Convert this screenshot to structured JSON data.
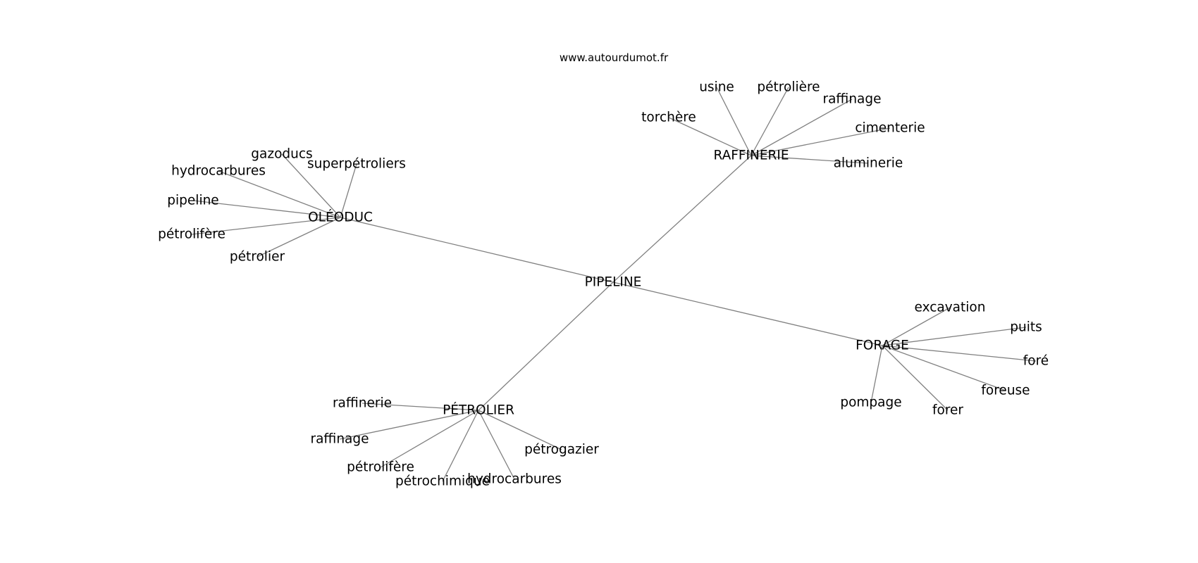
{
  "watermark": "www.autourdumot.fr",
  "colors": {
    "edge": "#808080",
    "text": "#000000",
    "background": "#ffffff"
  },
  "graph": {
    "center": {
      "id": "pipeline",
      "label": "PIPELINE"
    },
    "hubs": [
      {
        "id": "oleoduc",
        "label": "OLÉODUC",
        "leaves": [
          "gazoducs",
          "superpétroliers",
          "hydrocarbures",
          "pipeline",
          "pétrolifère",
          "pétrolier"
        ]
      },
      {
        "id": "raffinerie",
        "label": "RAFFINERIE",
        "leaves": [
          "usine",
          "pétrolière",
          "raffinage",
          "torchère",
          "cimenterie",
          "aluminerie"
        ]
      },
      {
        "id": "forage",
        "label": "FORAGE",
        "leaves": [
          "excavation",
          "puits",
          "foré",
          "foreuse",
          "forer",
          "pompage"
        ]
      },
      {
        "id": "petrolier",
        "label": "PÉTROLIER",
        "leaves": [
          "raffinerie",
          "raffinage",
          "pétrolifère",
          "pétrochimique",
          "hydrocarbures",
          "pétrogazier"
        ]
      }
    ]
  }
}
